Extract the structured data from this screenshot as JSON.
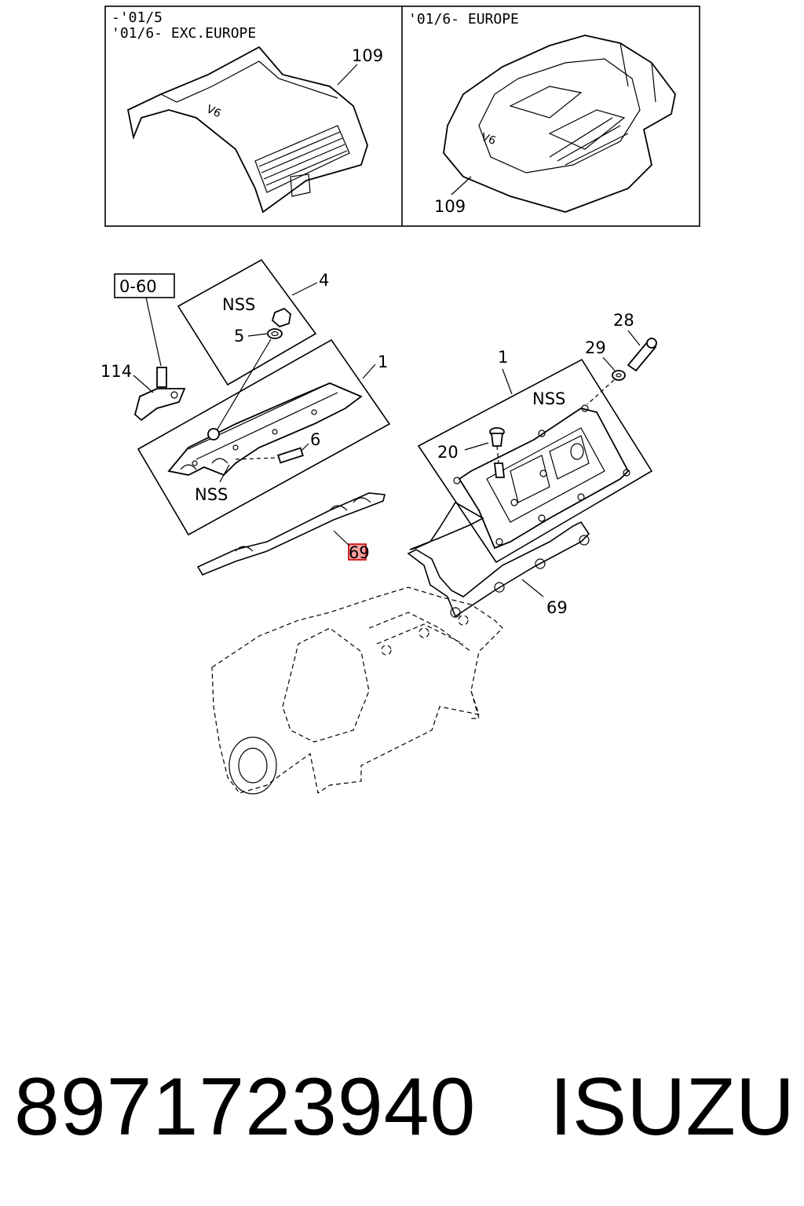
{
  "panels": {
    "left_note_line1": "-'01/5",
    "left_note_line2": "'01/6- EXC.EUROPE",
    "right_note": "'01/6- EUROPE",
    "left_callout": "109",
    "right_callout": "109"
  },
  "callouts": {
    "ref_box": "0-60",
    "c114": "114",
    "c4": "4",
    "c5": "5",
    "nss_cap": "NSS",
    "c1_left": "1",
    "c6": "6",
    "nss_left": "NSS",
    "c69_left": "69",
    "c1_right": "1",
    "c28": "28",
    "c29": "29",
    "nss_right": "NSS",
    "c20": "20",
    "c69_right": "69"
  },
  "footer": {
    "part_number": "8971723940",
    "brand": "ISUZU"
  }
}
